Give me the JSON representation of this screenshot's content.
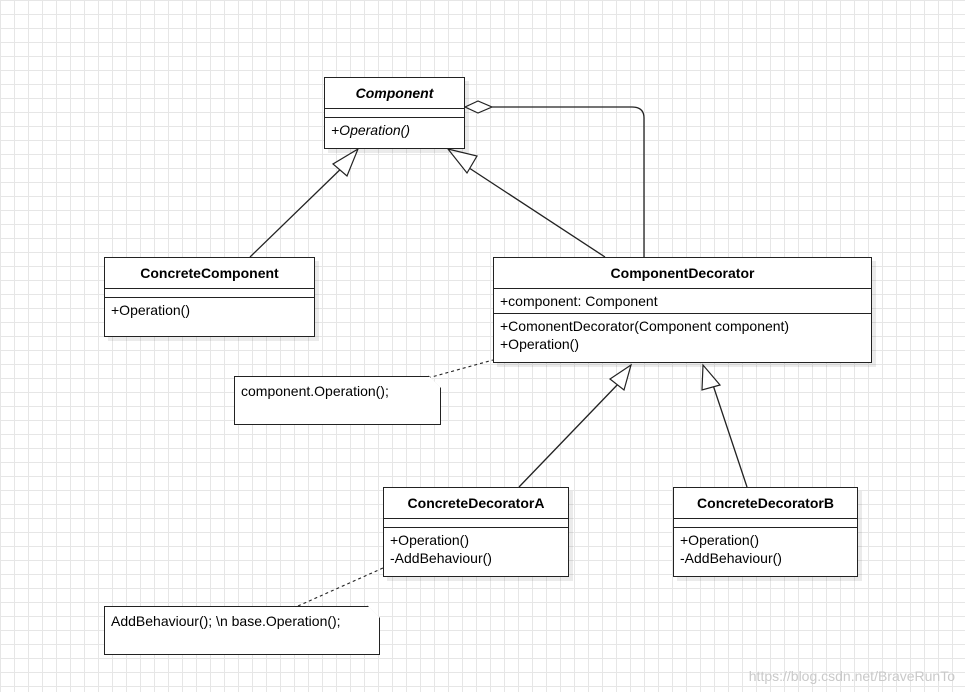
{
  "classes": {
    "component": {
      "name": "Component",
      "methods": [
        "+Operation()"
      ]
    },
    "concrete_component": {
      "name": "ConcreteComponent",
      "methods": [
        "+Operation()"
      ]
    },
    "component_decorator": {
      "name": "ComponentDecorator",
      "attributes": [
        "+component: Component"
      ],
      "methods": [
        "+ComonentDecorator(Component component)",
        "+Operation()"
      ]
    },
    "concrete_decorator_a": {
      "name": "ConcreteDecoratorA",
      "methods": [
        "+Operation()",
        "-AddBehaviour()"
      ]
    },
    "concrete_decorator_b": {
      "name": "ConcreteDecoratorB",
      "methods": [
        "+Operation()",
        "-AddBehaviour()"
      ]
    }
  },
  "notes": {
    "decorator_note": "component.Operation();",
    "decorator_a_note": "AddBehaviour(); \\n base.Operation();"
  },
  "watermark": "https://blog.csdn.net/BraveRunTo"
}
